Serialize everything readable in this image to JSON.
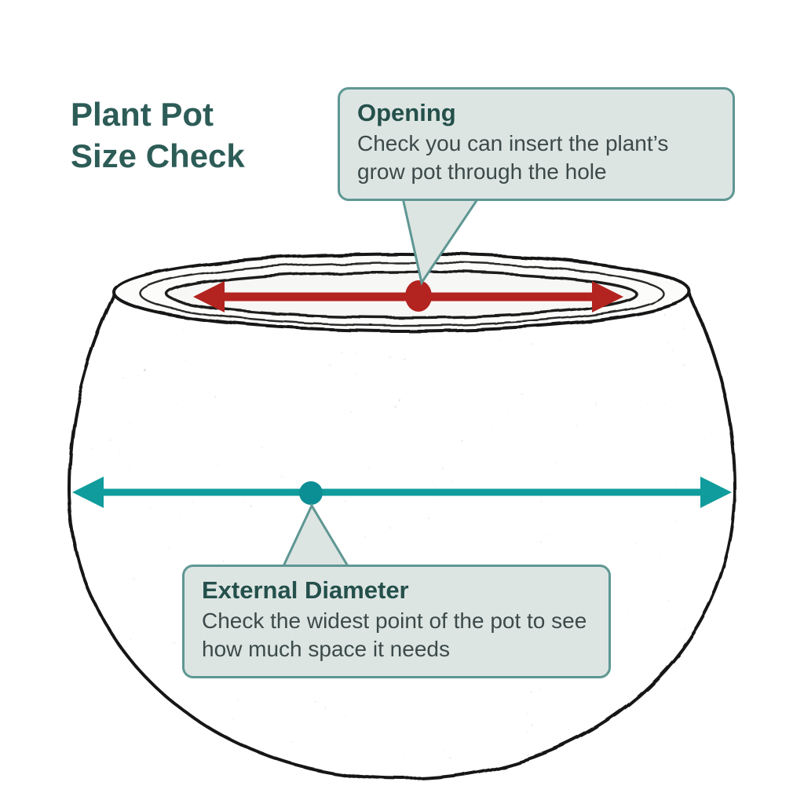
{
  "page": {
    "title_line1": "Plant Pot",
    "title_line2": "Size Check"
  },
  "callouts": {
    "opening": {
      "title": "Opening",
      "body": "Check you can insert the plant’s grow pot through the hole"
    },
    "external_diameter": {
      "title": "External Diameter",
      "body": "Check the widest point of the pot to see how much space it needs"
    }
  },
  "diagram": {
    "illustration": "sketch of a round plant pot",
    "opening_marker": "red double-headed arrow across pot opening with red dot at centre",
    "diameter_marker": "teal double-headed arrow across widest point of pot with teal dot"
  },
  "colors": {
    "title_text": "#2d5c57",
    "callout_title_text": "#24504b",
    "callout_body_text": "#3c4a49",
    "callout_background": "#dde5e3",
    "callout_border": "#5f9793",
    "accent_red": "#b3231f",
    "accent_teal": "#109c9c",
    "sketch_ink": "#161616"
  }
}
